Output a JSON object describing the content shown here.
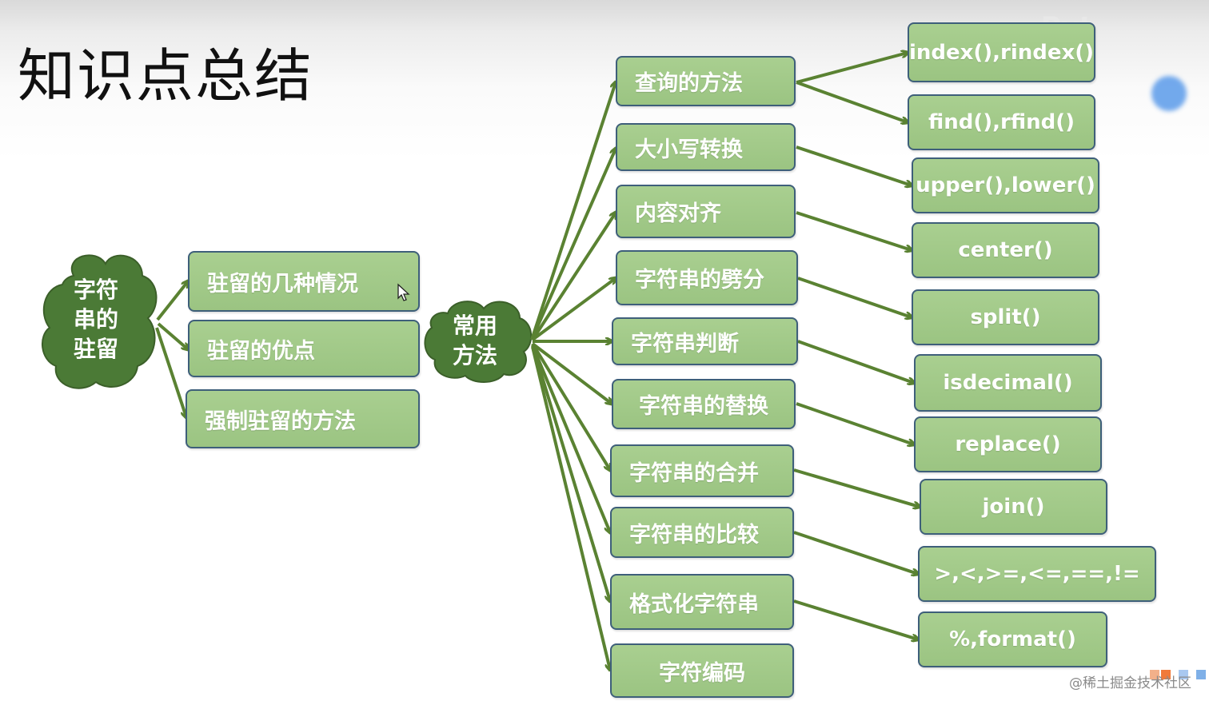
{
  "title": "知识点总结",
  "ghost_text": "Pyt",
  "watermark": "@稀土掘金技术社区",
  "colors": {
    "box_fill": "#a3ca8a",
    "box_border": "#3e5f7a",
    "cloud_fill": "#4b7a36",
    "arrow": "#5a8232"
  },
  "root": {
    "label_lines": [
      "字符",
      "串的",
      "驻留"
    ]
  },
  "hub": {
    "label_lines": [
      "常用",
      "方法"
    ]
  },
  "resident_items": [
    "驻留的几种情况",
    "驻留的优点",
    "强制驻留的方法"
  ],
  "categories": [
    "查询的方法",
    "大小写转换",
    "内容对齐",
    "字符串的劈分",
    "字符串判断",
    "字符串的替换",
    "字符串的合并",
    "字符串的比较",
    "格式化字符串",
    "字符编码"
  ],
  "functions": [
    "index(),rindex()",
    "find(),rfind()",
    "upper(),lower()",
    "center()",
    "split()",
    "isdecimal()",
    "replace()",
    "join()",
    ">,<,>=,<=,==,!=",
    "%,format()"
  ]
}
